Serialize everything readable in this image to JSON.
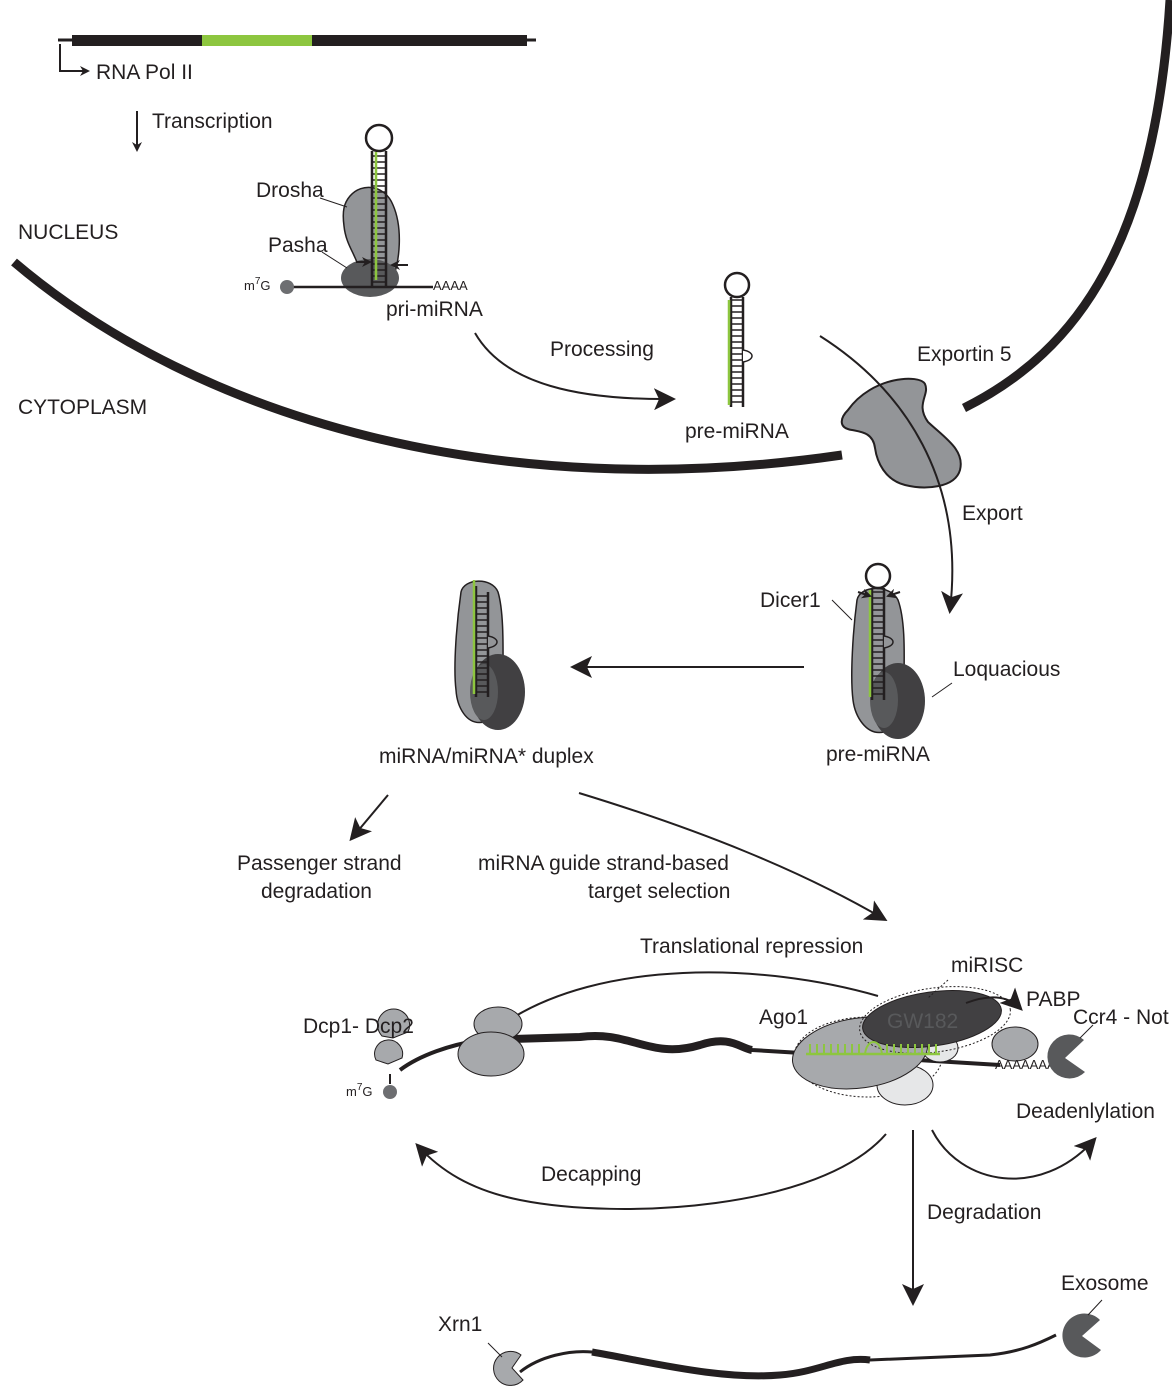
{
  "labels": {
    "rna_pol": "RNA Pol II",
    "transcription": "Transcription",
    "nucleus": "NUCLEUS",
    "cytoplasm": "CYTOPLASM",
    "drosha": "Drosha",
    "pasha": "Pasha",
    "m7g_1": "m",
    "m7g_1_sup": "7",
    "m7g_1_g": "G",
    "aaaa": "AAAA",
    "pri_mirna": "pri-miRNA",
    "processing": "Processing",
    "pre_mirna_1": "pre-miRNA",
    "exportin5": "Exportin 5",
    "export": "Export",
    "dicer1": "Dicer1",
    "loquacious": "Loquacious",
    "pre_mirna_2": "pre-miRNA",
    "duplex": "miRNA/miRNA* duplex",
    "passenger_1": "Passenger strand",
    "passenger_2": "degradation",
    "guide_1": "miRNA guide strand-based",
    "guide_2": "target selection",
    "translational_repression": "Translational repression",
    "mirisc": "miRISC",
    "pabp": "PABP",
    "ago1": "Ago1",
    "gw182": "GW182",
    "ccr4_not": "Ccr4 - Not",
    "dcp": "Dcp1- Dcp2",
    "m7g_2": "m",
    "m7g_2_sup": "7",
    "m7g_2_g": "G",
    "aaaaaaa": "AAAAAAA",
    "deadenylation": "Deadenlylation",
    "decapping": "Decapping",
    "degradation": "Degradation",
    "exosome": "Exosome",
    "xrn1": "Xrn1"
  },
  "colors": {
    "mirna_green": "#8dc63f",
    "protein_light": "#a7a9ac",
    "protein_mid": "#939598",
    "protein_dark": "#58595b",
    "protein_darker": "#414042",
    "line": "#231f20"
  }
}
